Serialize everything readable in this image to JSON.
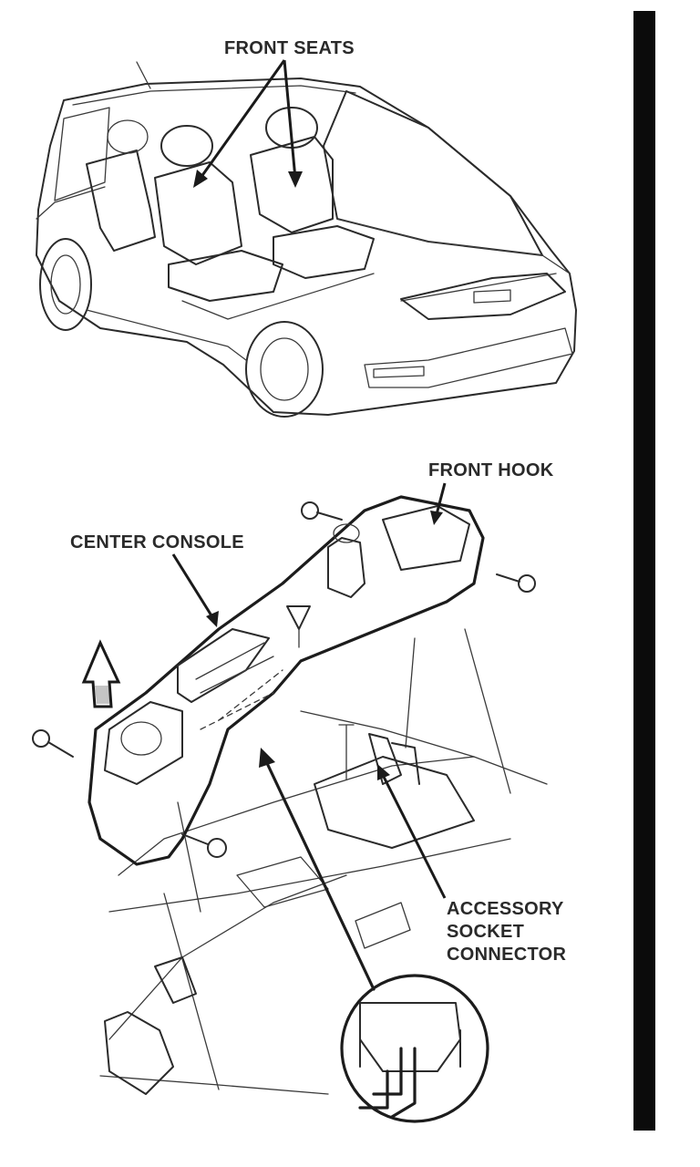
{
  "labels": {
    "front_seats": "FRONT SEATS",
    "front_hook": "FRONT HOOK",
    "center_console": "CENTER CONSOLE",
    "accessory_socket": [
      "ACCESSORY",
      "SOCKET",
      "CONNECTOR"
    ]
  },
  "icons": [
    "car-illustration",
    "console-illustration",
    "screw-icon",
    "detail-callout",
    "up-arrow-icon"
  ]
}
